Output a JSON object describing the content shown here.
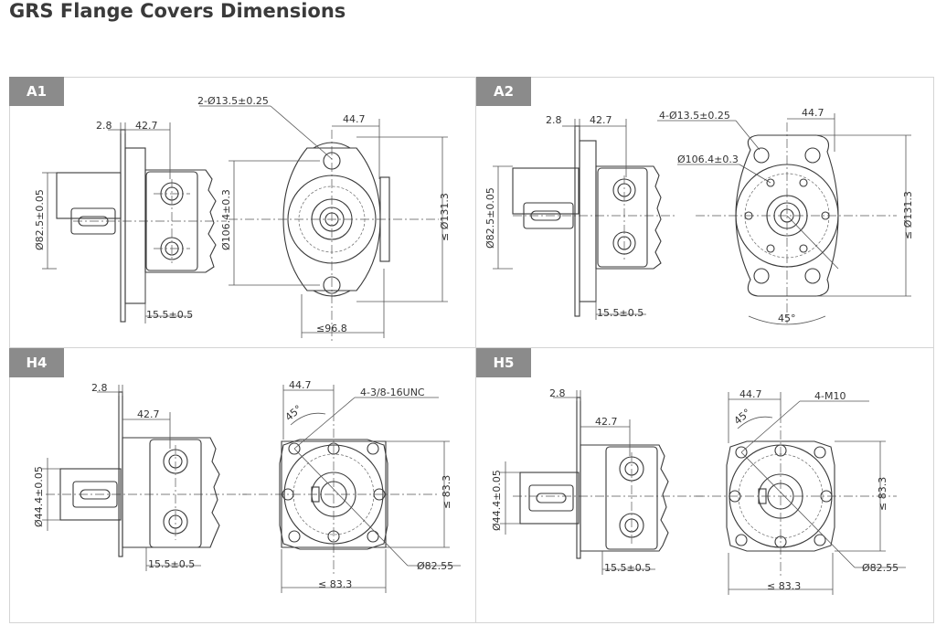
{
  "title": "GRS Flange Covers Dimensions",
  "panels": {
    "a1": {
      "tag": "A1",
      "dim_28": "2.8",
      "dim_427": "42.7",
      "dim_155": "15.5±0.5",
      "dim_pilot": "Ø82.5±0.05",
      "dim_holes": "2-Ø13.5±0.25",
      "dim_447": "44.7",
      "dim_bc": "Ø106.4±0.3",
      "dim_height": "≤ Ø131.3",
      "dim_width": "≤96.8"
    },
    "a2": {
      "tag": "A2",
      "dim_28": "2.8",
      "dim_427": "42.7",
      "dim_155": "15.5±0.5",
      "dim_pilot": "Ø82.5±0.05",
      "dim_holes": "4-Ø13.5±0.25",
      "dim_447": "44.7",
      "dim_bc": "Ø106.4±0.3",
      "dim_height": "≤ Ø131.3",
      "dim_angle": "45°"
    },
    "h4": {
      "tag": "H4",
      "dim_28": "2.8",
      "dim_427": "42.7",
      "dim_155": "15.5±0.5",
      "dim_pilot": "Ø44.4±0.05",
      "dim_447": "44.7",
      "dim_thread": "4-3/8-16UNC",
      "dim_angle": "45°",
      "dim_height": "≤ 83.3",
      "dim_width": "≤ 83.3",
      "dim_bc": "Ø82.55"
    },
    "h5": {
      "tag": "H5",
      "dim_28": "2.8",
      "dim_427": "42.7",
      "dim_155": "15.5±0.5",
      "dim_pilot": "Ø44.4±0.05",
      "dim_447": "44.7",
      "dim_thread": "4-M10",
      "dim_angle": "45°",
      "dim_height": "≤ 83.3",
      "dim_width": "≤ 83.3",
      "dim_bc": "Ø82.55"
    }
  }
}
